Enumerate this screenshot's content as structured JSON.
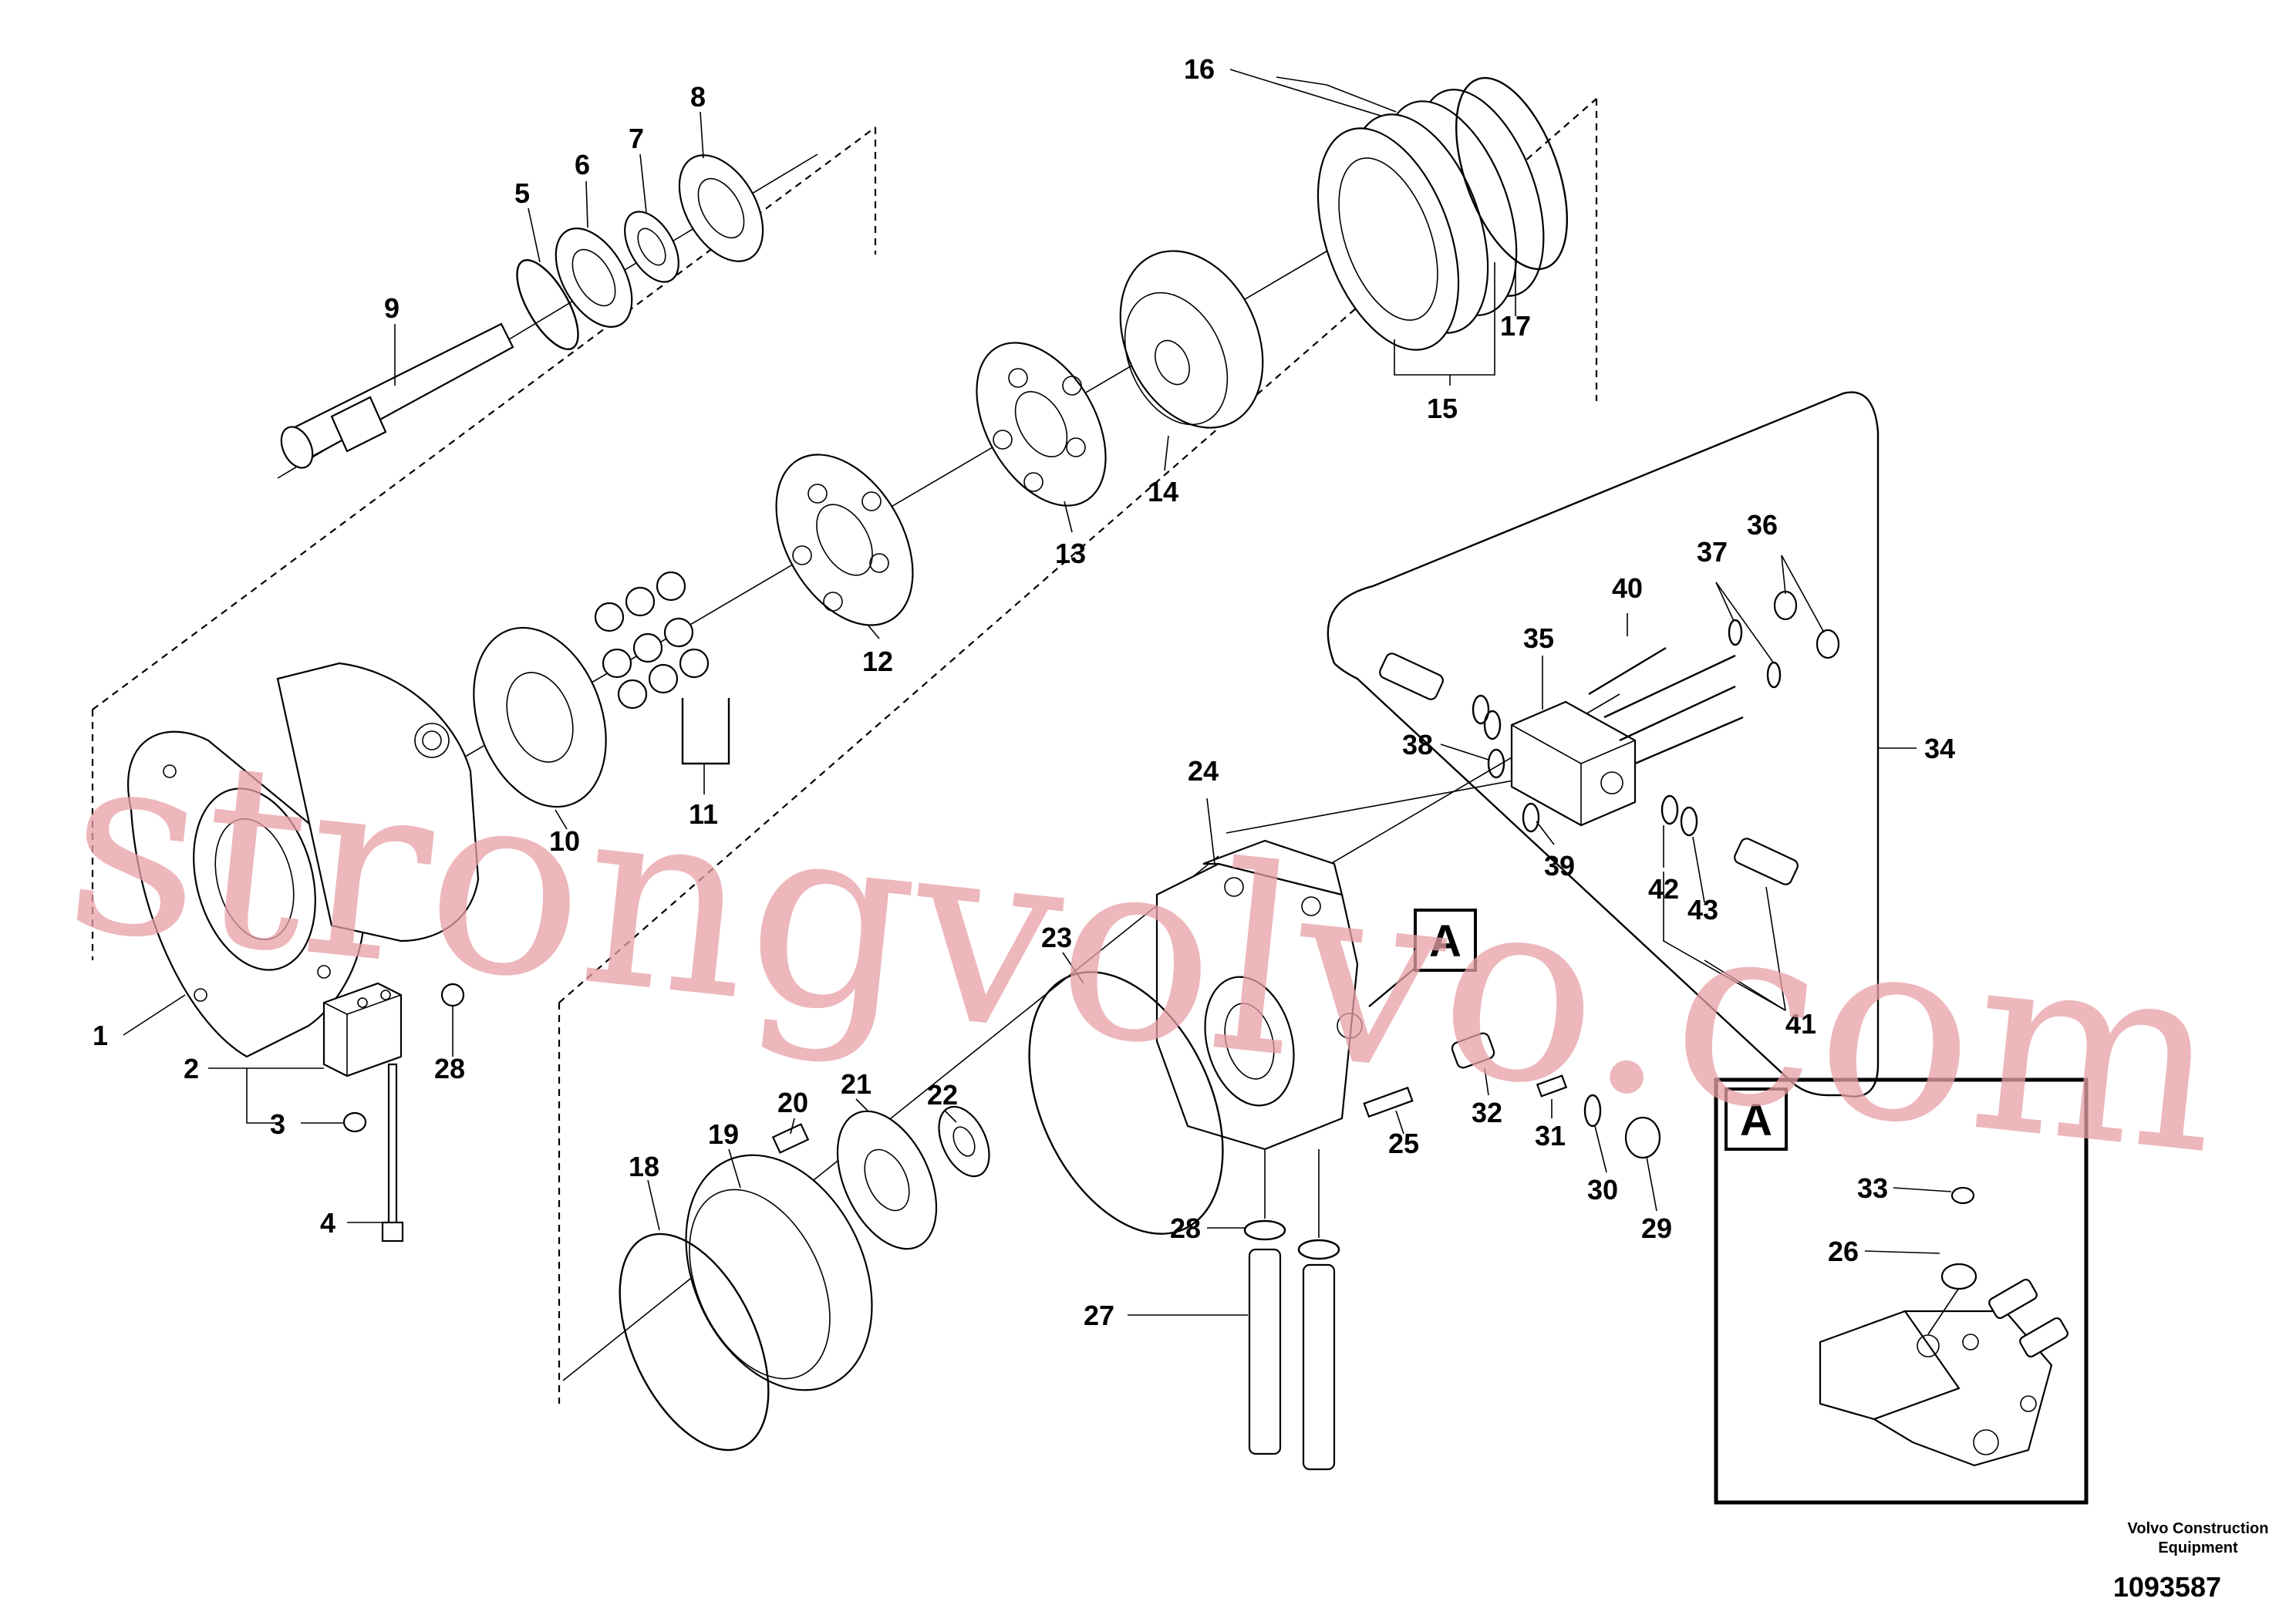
{
  "diagram": {
    "callouts": [
      "1",
      "2",
      "3",
      "4",
      "5",
      "6",
      "7",
      "8",
      "9",
      "10",
      "11",
      "12",
      "13",
      "14",
      "15",
      "16",
      "17",
      "18",
      "19",
      "20",
      "21",
      "22",
      "23",
      "24",
      "25",
      "26",
      "27",
      "28",
      "28",
      "29",
      "30",
      "31",
      "32",
      "33",
      "34",
      "35",
      "36",
      "37",
      "38",
      "39",
      "40",
      "41",
      "42",
      "43"
    ],
    "detail_marker": "A",
    "detail_box_label": "A",
    "watermark": "strongvolvo.com",
    "publisher_line1": "Volvo Construction",
    "publisher_line2": "Equipment",
    "drawing_number": "1093587"
  }
}
